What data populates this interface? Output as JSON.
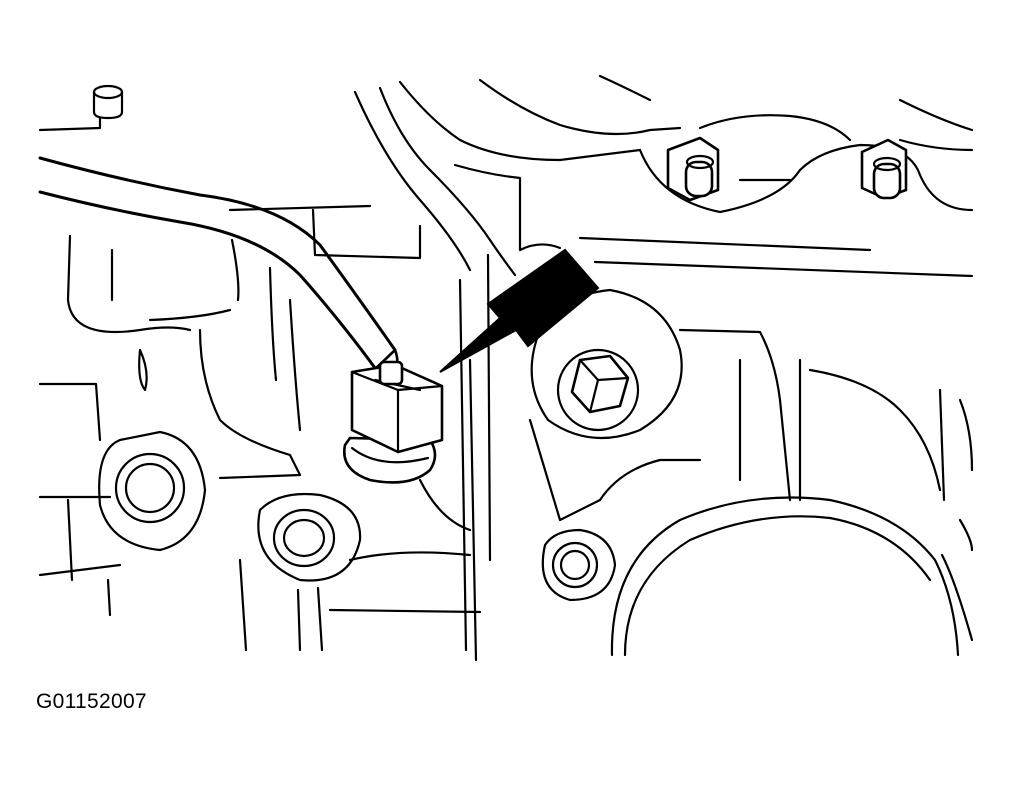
{
  "figure": {
    "caption_code": "G01152007",
    "components": [
      "engine-block",
      "wire-harness",
      "sensor",
      "indicator-arrow",
      "flange-bolts",
      "mounting-boss",
      "oil-filter"
    ]
  }
}
